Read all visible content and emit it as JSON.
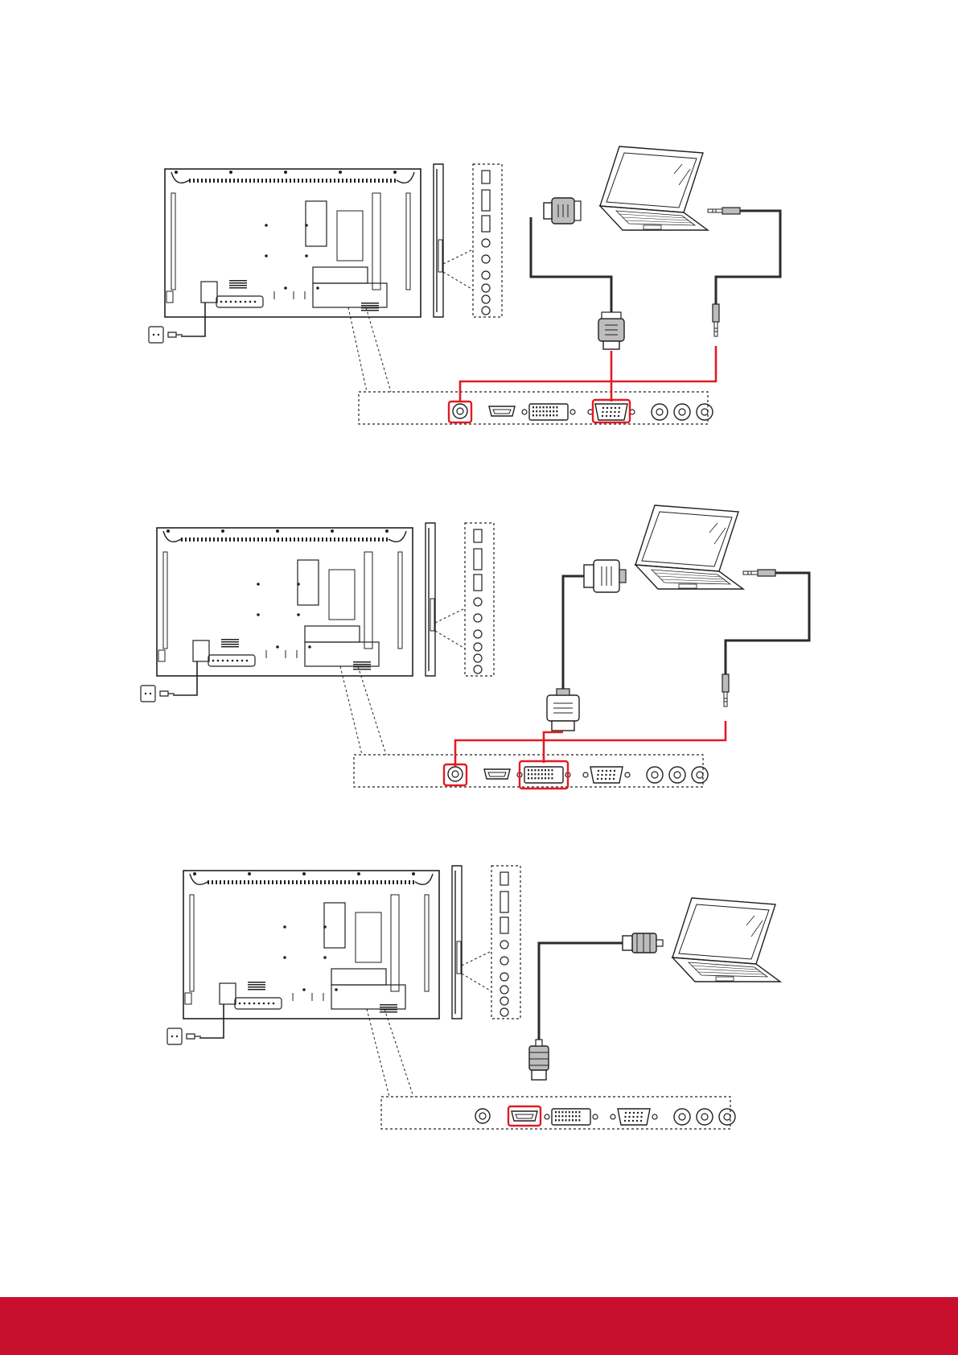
{
  "colors": {
    "line": "#231f20",
    "highlight": "#e31b23",
    "cable": "#2b2b2b",
    "footer": "#c8102e",
    "connector_fill": "#bdbdbd",
    "background": "#ffffff"
  },
  "panels": [
    {
      "id": "vga",
      "input": "vga",
      "audio": true,
      "pc_cable": "vga-connector-icon",
      "audio_cable": "audio-jack-icon",
      "laptop": "laptop-icon"
    },
    {
      "id": "dvi",
      "input": "dvi",
      "audio": true,
      "pc_cable": "dvi-connector-icon",
      "audio_cable": "audio-jack-icon",
      "laptop": "laptop-icon"
    },
    {
      "id": "hdmi",
      "input": "hdmi",
      "audio": false,
      "pc_cable": "hdmi-connector-icon",
      "laptop": "laptop-icon"
    }
  ],
  "port_strip": [
    "audio-in-port-icon",
    "hdmi-port-icon",
    "dvi-port-icon",
    "vga-port-icon",
    "component-port-icon"
  ]
}
